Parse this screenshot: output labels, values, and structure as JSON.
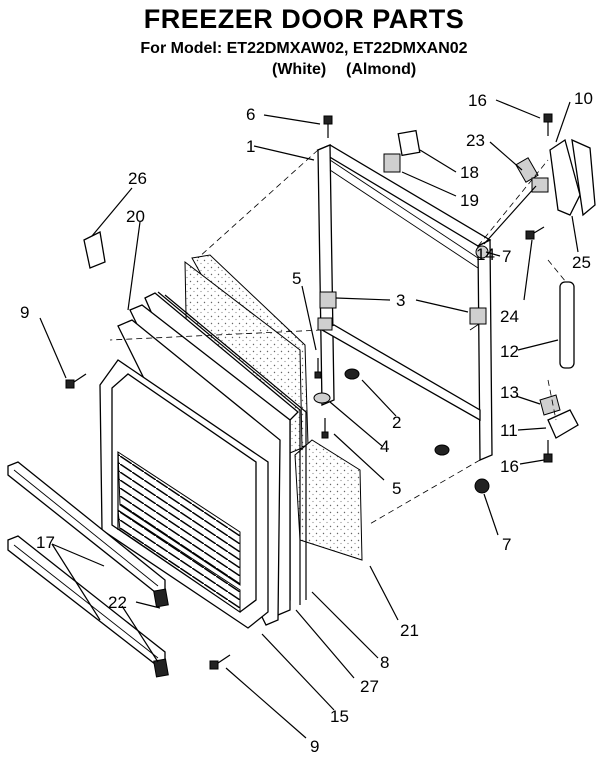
{
  "header": {
    "title": "FREEZER DOOR PARTS",
    "model_line": "For Model: ET22DMXAW02, ET22DMXAN02",
    "color_white": "(White)",
    "color_almond": "(Almond)"
  },
  "callouts": {
    "c1": "1",
    "c2": "2",
    "c3": "3",
    "c4": "4",
    "c5a": "5",
    "c5b": "5",
    "c6": "6",
    "c7a": "7",
    "c7b": "7",
    "c8": "8",
    "c9a": "9",
    "c9b": "9",
    "c10": "10",
    "c11": "11",
    "c12": "12",
    "c13": "13",
    "c14": "14",
    "c15": "15",
    "c16a": "16",
    "c16b": "16",
    "c17": "17",
    "c18": "18",
    "c19": "19",
    "c20": "20",
    "c21": "21",
    "c22": "22",
    "c23": "23",
    "c24": "24",
    "c25": "25",
    "c26": "26",
    "c27": "27"
  }
}
